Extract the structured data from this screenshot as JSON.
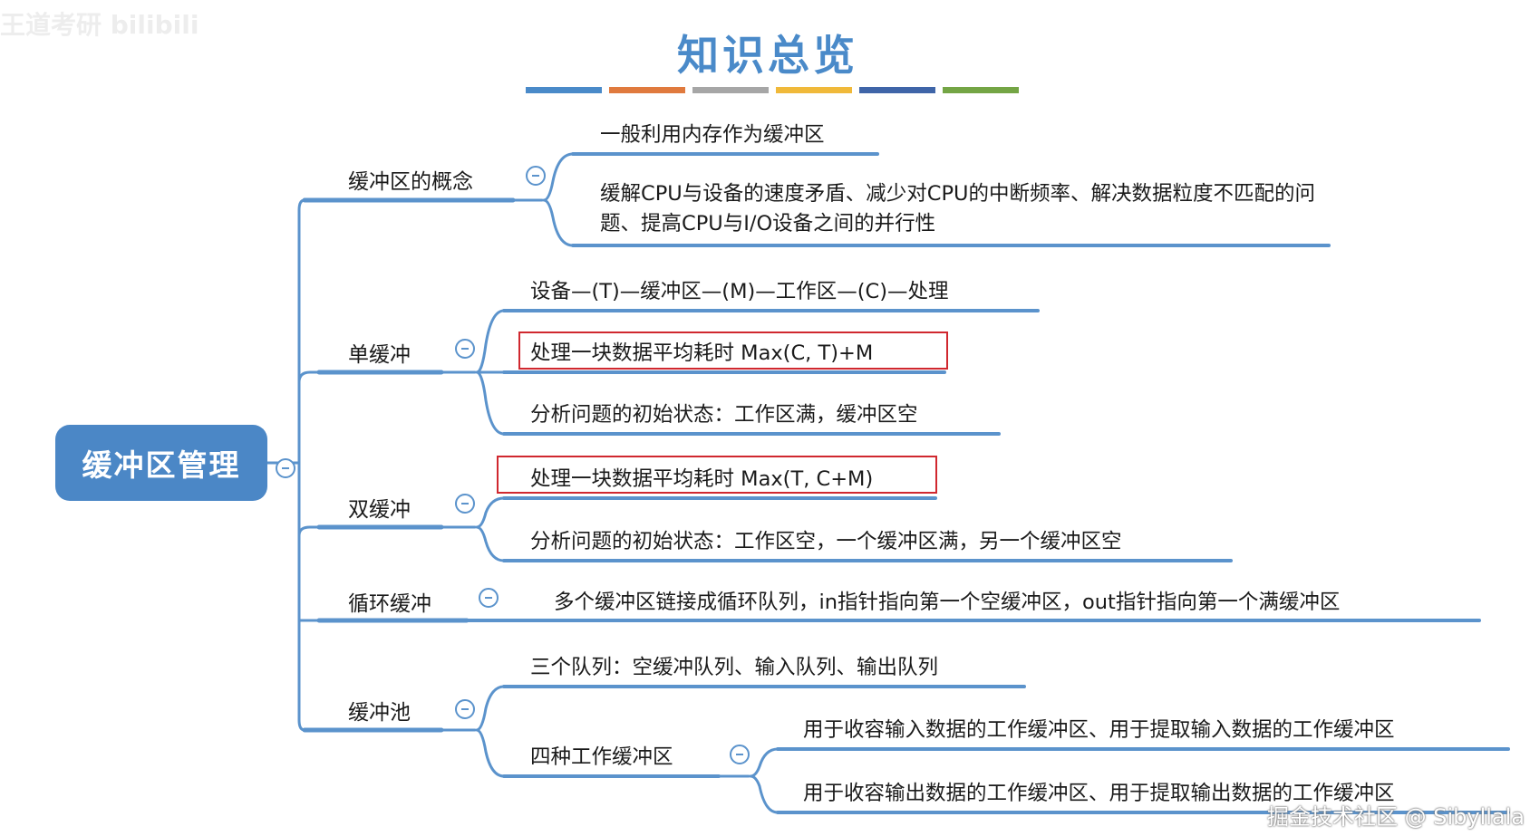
{
  "title": "知识总览",
  "title_bar_colors": [
    "#4a8ac9",
    "#e07a3e",
    "#a6a6a6",
    "#f0b93a",
    "#3f65a8",
    "#74a545"
  ],
  "root": {
    "label": "缓冲区管理"
  },
  "branches": [
    {
      "label": "缓冲区的概念",
      "leaves": [
        "一般利用内存作为缓冲区",
        "缓解CPU与设备的速度矛盾、减少对CPU的中断频率、解决数据粒度不匹配的问题、提高CPU与I/O设备之间的并行性"
      ]
    },
    {
      "label": "单缓冲",
      "leaves": [
        "设备—(T)—缓冲区—(M)—工作区—(C)—处理",
        "处理一块数据平均耗时 Max(C, T)+M",
        "分析问题的初始状态：工作区满，缓冲区空"
      ]
    },
    {
      "label": "双缓冲",
      "leaves": [
        "处理一块数据平均耗时 Max(T, C+M)",
        "分析问题的初始状态：工作区空，一个缓冲区满，另一个缓冲区空"
      ]
    },
    {
      "label": "循环缓冲",
      "leaves": [
        "多个缓冲区链接成循环队列，in指针指向第一个空缓冲区，out指针指向第一个满缓冲区"
      ]
    },
    {
      "label": "缓冲池",
      "leaves": [
        "三个队列：空缓冲队列、输入队列、输出队列"
      ],
      "sub": {
        "label": "四种工作缓冲区",
        "leaves": [
          "用于收容输入数据的工作缓冲区、用于提取输入数据的工作缓冲区",
          "用于收容输出数据的工作缓冲区、用于提取输出数据的工作缓冲区"
        ]
      }
    }
  ],
  "watermark_tl": "王道考研 bilibili",
  "watermark_br": "掘金技术社区 @ Sibyllala",
  "colors": {
    "line": "#5b93cc",
    "root": "#4b87c6",
    "highlight": "#d0282f"
  }
}
